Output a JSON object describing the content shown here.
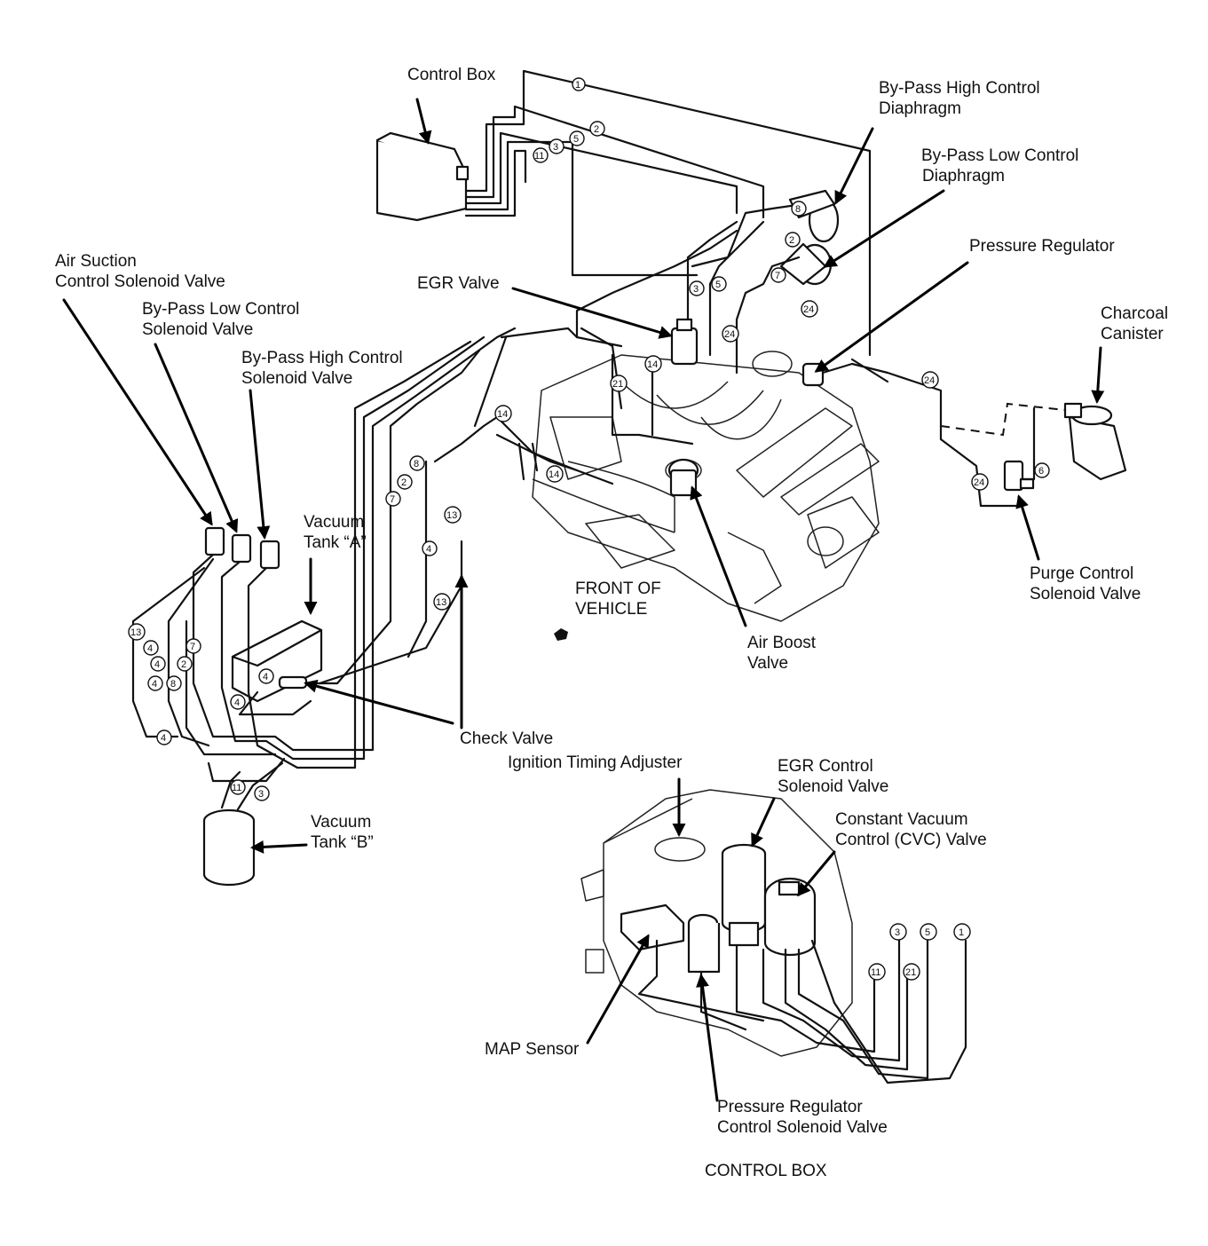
{
  "labels": {
    "control_box": "Control Box",
    "bypass_high_diaphragm_1": "By-Pass High Control",
    "bypass_high_diaphragm_2": "Diaphragm",
    "bypass_low_diaphragm_1": "By-Pass Low Control",
    "bypass_low_diaphragm_2": "Diaphragm",
    "pressure_regulator": "Pressure Regulator",
    "charcoal_canister_1": "Charcoal",
    "charcoal_canister_2": "Canister",
    "air_suction_1": "Air Suction",
    "air_suction_2": "Control Solenoid Valve",
    "bypass_low_solenoid_1": "By-Pass Low Control",
    "bypass_low_solenoid_2": "Solenoid Valve",
    "bypass_high_solenoid_1": "By-Pass High Control",
    "bypass_high_solenoid_2": "Solenoid Valve",
    "egr_valve": "EGR Valve",
    "vacuum_tank_a_1": "Vacuum",
    "vacuum_tank_a_2": "Tank “A”",
    "front_of_vehicle_1": "FRONT OF",
    "front_of_vehicle_2": "VEHICLE",
    "air_boost_1": "Air Boost",
    "air_boost_2": "Valve",
    "purge_control_1": "Purge Control",
    "purge_control_2": "Solenoid Valve",
    "check_valve": "Check Valve",
    "ignition_timing": "Ignition Timing Adjuster",
    "egr_control_1": "EGR Control",
    "egr_control_2": "Solenoid Valve",
    "cvc_1": "Constant Vacuum",
    "cvc_2": "Control (CVC) Valve",
    "vacuum_tank_b_1": "Vacuum",
    "vacuum_tank_b_2": "Tank “B”",
    "map_sensor": "MAP Sensor",
    "pr_control_1": "Pressure Regulator",
    "pr_control_2": "Control Solenoid Valve",
    "control_box_caption": "CONTROL BOX"
  },
  "hose_numbers": {
    "n1": "1",
    "n2": "2",
    "n3": "3",
    "n4": "4",
    "n5": "5",
    "n6": "6",
    "n7": "7",
    "n8": "8",
    "n11": "11",
    "n13": "13",
    "n14": "14",
    "n21": "21",
    "n24": "24"
  }
}
